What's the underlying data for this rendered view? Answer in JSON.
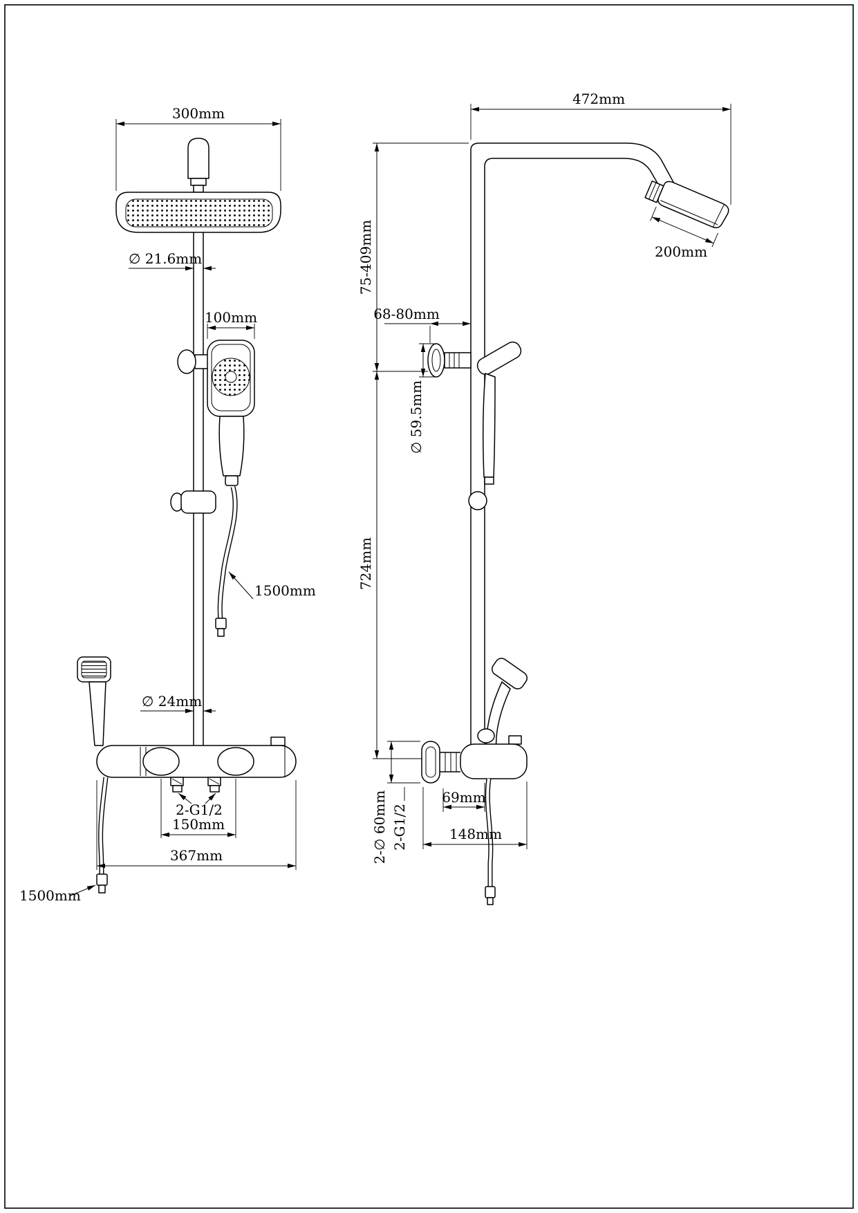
{
  "labels": {
    "front_head_width": "300mm",
    "front_pipe_dia": "∅ 21.6mm",
    "front_hand_width": "100mm",
    "front_hose_len": "1500mm",
    "front_pipe2_dia": "∅ 24mm",
    "front_inlet_thread": "2-G1/2",
    "front_inlet_span": "150mm",
    "front_body_width": "367mm",
    "front_hose2_len": "1500mm",
    "side_reach": "472mm",
    "side_head_len": "200mm",
    "side_adj_height": "75-409mm",
    "side_bracket_depth": "68-80mm",
    "side_bracket_dia": "∅ 59.5mm",
    "side_column": "724mm",
    "side_offset": "69mm",
    "side_flange_dia": "2-∅ 60mm",
    "side_outlet_thread": "2-G1/2",
    "side_valve_depth": "148mm"
  }
}
